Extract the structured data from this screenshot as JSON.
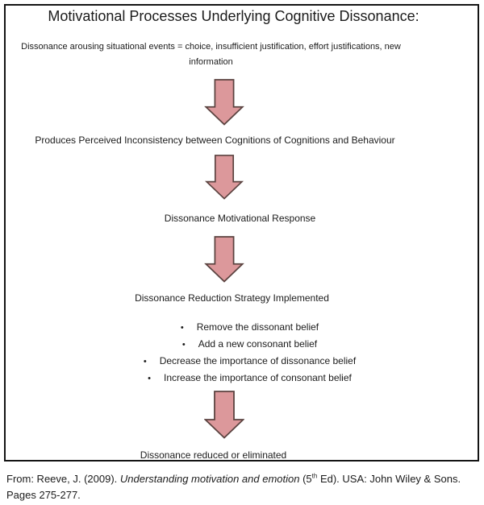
{
  "colors": {
    "background": "#ffffff",
    "box_border": "#141414",
    "text": "#1b1b1b",
    "arrow_fill": "#dc989b",
    "arrow_stroke": "#5b4340"
  },
  "diagram": {
    "title": "Motivational Processes Underlying Cognitive Dissonance:",
    "step1_lines": [
      "Dissonance arousing situational events = choice, insufficient justification, effort justifications, new",
      "information"
    ],
    "step2": "Produces Perceived Inconsistency between Cognitions of Cognitions and Behaviour",
    "step3": "Dissonance Motivational Response",
    "step4": "Dissonance Reduction Strategy Implemented",
    "bullet_char": "•",
    "bullets": [
      "Remove the dissonant belief",
      "Add a new consonant belief",
      "Decrease the importance of dissonance belief",
      "Increase the importance of consonant belief"
    ],
    "step5": "Dissonance reduced or eliminated",
    "arrow_icon": "down-arrow"
  },
  "citation": {
    "prefix": "From: Reeve, J. (2009). ",
    "book_title_italic": "Understanding motivation and emotion",
    "edition_pre": " (5",
    "edition_sup": "th",
    "edition_post": " Ed). USA: John Wiley & Sons.",
    "line2": "Pages 275-277."
  }
}
